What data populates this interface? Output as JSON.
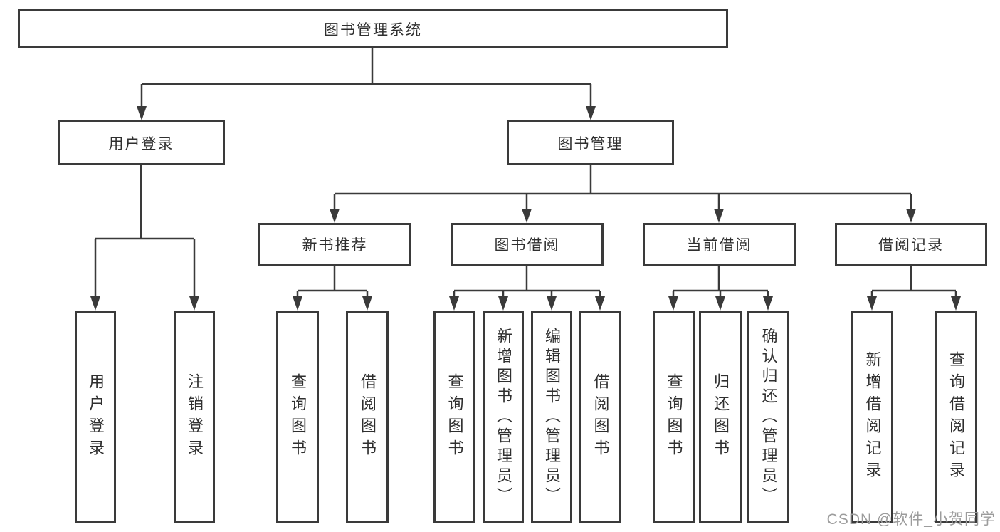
{
  "root": {
    "label": "图书管理系统"
  },
  "level2": {
    "user_login": {
      "label": "用户登录"
    },
    "book_management": {
      "label": "图书管理"
    }
  },
  "level3": {
    "new_book_recommend": {
      "label": "新书推荐"
    },
    "book_borrow": {
      "label": "图书借阅"
    },
    "current_borrow": {
      "label": "当前借阅"
    },
    "borrow_record": {
      "label": "借阅记录"
    }
  },
  "leaves": {
    "user_login": {
      "label": "用户登录"
    },
    "logout": {
      "label": "注销登录"
    },
    "recommend_query_books": {
      "label": "查询图书"
    },
    "recommend_borrow_books": {
      "label": "借阅图书"
    },
    "borrow_query_books": {
      "label": "查询图书"
    },
    "borrow_add_books": {
      "label": "新增图书（管理员）"
    },
    "borrow_edit_books": {
      "label": "编辑图书（管理员）"
    },
    "borrow_borrow_books": {
      "label": "借阅图书"
    },
    "current_query_books": {
      "label": "查询图书"
    },
    "current_return_books": {
      "label": "归还图书"
    },
    "current_confirm_return": {
      "label": "确认归还（管理员）"
    },
    "record_add": {
      "label": "新增借阅记录"
    },
    "record_query": {
      "label": "查询借阅记录"
    }
  },
  "watermark": {
    "text": "CSDN @软件_小贺同学"
  },
  "colors": {
    "line": "#3a3a3a",
    "text": "#2f2f2f",
    "watermark": "#9c9c9c",
    "background": "#ffffff"
  }
}
